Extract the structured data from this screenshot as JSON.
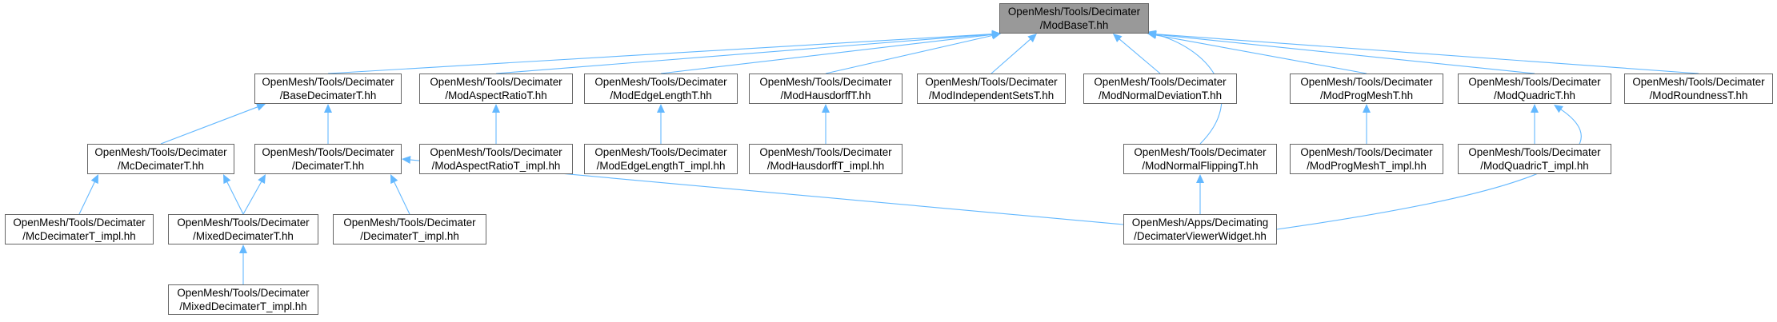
{
  "graph": {
    "edge_color": "#63b8ff",
    "root_fill": "#999999",
    "node_fill": "#ffffff",
    "node_border": "#666666",
    "nodes": [
      {
        "id": "modbase",
        "line1": "OpenMesh/Tools/Decimater",
        "line2": "/ModBaseT.hh"
      },
      {
        "id": "basedecimater",
        "line1": "OpenMesh/Tools/Decimater",
        "line2": "/BaseDecimaterT.hh"
      },
      {
        "id": "modaspectratio",
        "line1": "OpenMesh/Tools/Decimater",
        "line2": "/ModAspectRatioT.hh"
      },
      {
        "id": "modedgelength",
        "line1": "OpenMesh/Tools/Decimater",
        "line2": "/ModEdgeLengthT.hh"
      },
      {
        "id": "modhausdorff",
        "line1": "OpenMesh/Tools/Decimater",
        "line2": "/ModHausdorffT.hh"
      },
      {
        "id": "modindependentsets",
        "line1": "OpenMesh/Tools/Decimater",
        "line2": "/ModIndependentSetsT.hh"
      },
      {
        "id": "modnormaldeviation",
        "line1": "OpenMesh/Tools/Decimater",
        "line2": "/ModNormalDeviationT.hh"
      },
      {
        "id": "modprogmesh",
        "line1": "OpenMesh/Tools/Decimater",
        "line2": "/ModProgMeshT.hh"
      },
      {
        "id": "modquadric",
        "line1": "OpenMesh/Tools/Decimater",
        "line2": "/ModQuadricT.hh"
      },
      {
        "id": "modroundness",
        "line1": "OpenMesh/Tools/Decimater",
        "line2": "/ModRoundnessT.hh"
      },
      {
        "id": "mcdecimater",
        "line1": "OpenMesh/Tools/Decimater",
        "line2": "/McDecimaterT.hh"
      },
      {
        "id": "decimater",
        "line1": "OpenMesh/Tools/Decimater",
        "line2": "/DecimaterT.hh"
      },
      {
        "id": "modaspectratio_impl",
        "line1": "OpenMesh/Tools/Decimater",
        "line2": "/ModAspectRatioT_impl.hh"
      },
      {
        "id": "modedgelength_impl",
        "line1": "OpenMesh/Tools/Decimater",
        "line2": "/ModEdgeLengthT_impl.hh"
      },
      {
        "id": "modhausdorff_impl",
        "line1": "OpenMesh/Tools/Decimater",
        "line2": "/ModHausdorffT_impl.hh"
      },
      {
        "id": "modnormalflipping",
        "line1": "OpenMesh/Tools/Decimater",
        "line2": "/ModNormalFlippingT.hh"
      },
      {
        "id": "modprogmesh_impl",
        "line1": "OpenMesh/Tools/Decimater",
        "line2": "/ModProgMeshT_impl.hh"
      },
      {
        "id": "modquadric_impl",
        "line1": "OpenMesh/Tools/Decimater",
        "line2": "/ModQuadricT_impl.hh"
      },
      {
        "id": "mcdecimater_impl",
        "line1": "OpenMesh/Tools/Decimater",
        "line2": "/McDecimaterT_impl.hh"
      },
      {
        "id": "mixeddecimater",
        "line1": "OpenMesh/Tools/Decimater",
        "line2": "/MixedDecimaterT.hh"
      },
      {
        "id": "decimater_impl",
        "line1": "OpenMesh/Tools/Decimater",
        "line2": "/DecimaterT_impl.hh"
      },
      {
        "id": "decimaterviewer",
        "line1": "OpenMesh/Apps/Decimating",
        "line2": "/DecimaterViewerWidget.hh"
      },
      {
        "id": "mixeddecimater_impl",
        "line1": "OpenMesh/Tools/Decimater",
        "line2": "/MixedDecimaterT_impl.hh"
      }
    ],
    "edges": [
      {
        "from": "basedecimater",
        "to": "modbase"
      },
      {
        "from": "modaspectratio",
        "to": "modbase"
      },
      {
        "from": "modedgelength",
        "to": "modbase"
      },
      {
        "from": "modhausdorff",
        "to": "modbase"
      },
      {
        "from": "modindependentsets",
        "to": "modbase"
      },
      {
        "from": "modnormaldeviation",
        "to": "modbase"
      },
      {
        "from": "modnormalflipping",
        "to": "modbase"
      },
      {
        "from": "modprogmesh",
        "to": "modbase"
      },
      {
        "from": "modquadric",
        "to": "modbase"
      },
      {
        "from": "modroundness",
        "to": "modbase"
      },
      {
        "from": "mcdecimater",
        "to": "basedecimater"
      },
      {
        "from": "decimater",
        "to": "basedecimater"
      },
      {
        "from": "modaspectratio_impl",
        "to": "modaspectratio"
      },
      {
        "from": "modedgelength_impl",
        "to": "modedgelength"
      },
      {
        "from": "modhausdorff_impl",
        "to": "modhausdorff"
      },
      {
        "from": "modprogmesh_impl",
        "to": "modprogmesh"
      },
      {
        "from": "modquadric_impl",
        "to": "modquadric"
      },
      {
        "from": "decimaterviewer",
        "to": "modquadric"
      },
      {
        "from": "mcdecimater_impl",
        "to": "mcdecimater"
      },
      {
        "from": "mixeddecimater",
        "to": "mcdecimater"
      },
      {
        "from": "mixeddecimater",
        "to": "decimater"
      },
      {
        "from": "decimater_impl",
        "to": "decimater"
      },
      {
        "from": "decimaterviewer",
        "to": "decimater"
      },
      {
        "from": "decimaterviewer",
        "to": "modnormalflipping"
      },
      {
        "from": "mixeddecimater_impl",
        "to": "mixeddecimater"
      }
    ]
  }
}
